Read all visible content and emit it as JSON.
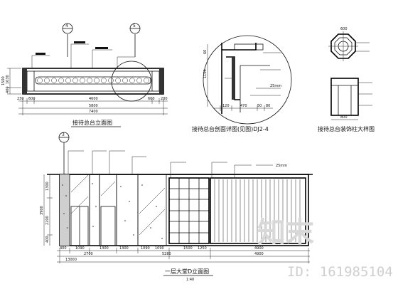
{
  "drawings": {
    "reception_plan": {
      "title": "接待总台立面图",
      "dims_top": [
        "230",
        "600",
        "4600",
        "600",
        "230"
      ],
      "dim_total_top": "5800",
      "dim_overall": "7400",
      "dims_side": [
        "1030",
        "400"
      ],
      "dim_side_total": "1500",
      "markers": [
        "4",
        "5"
      ]
    },
    "detail": {
      "title": "接待总台剖面详图(见图)DJ2-4",
      "dims_bottom": [
        "120",
        "470",
        "50",
        "80"
      ],
      "dims_side": [
        "60",
        "1100"
      ],
      "notes": [
        "25mm"
      ]
    },
    "column": {
      "title": "接待总台装饰柱大样图",
      "dims": [
        "800",
        "600"
      ]
    },
    "elevation": {
      "title": "一层大堂D立面图",
      "scale": "1:40",
      "marker": "3",
      "dims_side": [
        "1300",
        "3900",
        "2200",
        "400"
      ],
      "dims_bottom": [
        "400",
        "1090",
        "1300",
        "1300",
        "1090",
        "1090",
        "1500",
        "1250",
        "4900"
      ],
      "dims_mid": [
        "2700",
        "5280",
        "4900"
      ],
      "dim_total": "13000",
      "notes": [
        "25mm"
      ]
    }
  },
  "watermark": {
    "logo": "知末",
    "id": "ID: 161985104"
  }
}
